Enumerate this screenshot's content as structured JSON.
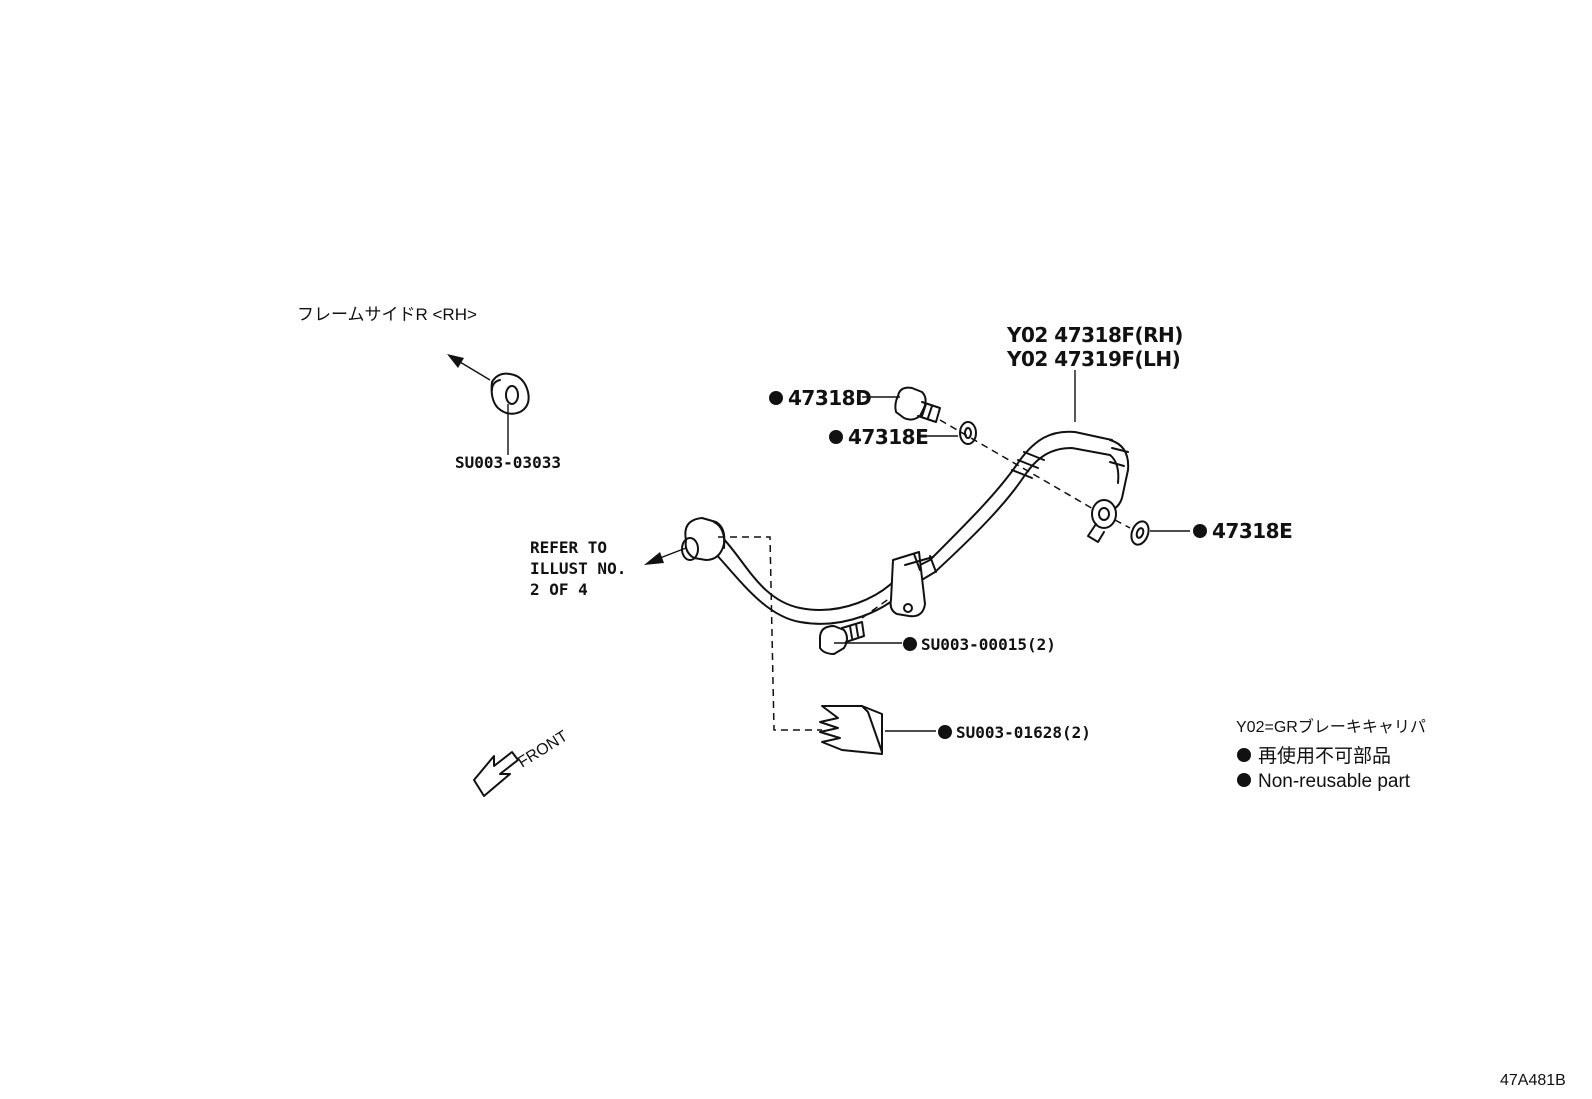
{
  "labels": {
    "frame_side": "フレームサイドR <RH>",
    "su003_03033": "SU003-03033",
    "hose_rh": "Y02 47318F(RH)",
    "hose_lh": "Y02 47319F(LH)",
    "p47318d": "47318D",
    "p47318e_upper": "47318E",
    "p47318e_lower": "47318E",
    "refer_line1": "REFER TO",
    "refer_line2": "ILLUST NO.",
    "refer_line3": "2 OF 4",
    "su003_00015": "SU003-00015(2)",
    "su003_01628": "SU003-01628(2)",
    "front": "FRONT"
  },
  "legend": {
    "y02_note": "Y02=GRブレーキキャリパ",
    "non_reusable_jp": "再使用不可部品",
    "non_reusable_en": "Non-reusable part"
  },
  "illustration_id": "47A481B",
  "colors": {
    "ink": "#111111",
    "background": "#ffffff"
  }
}
